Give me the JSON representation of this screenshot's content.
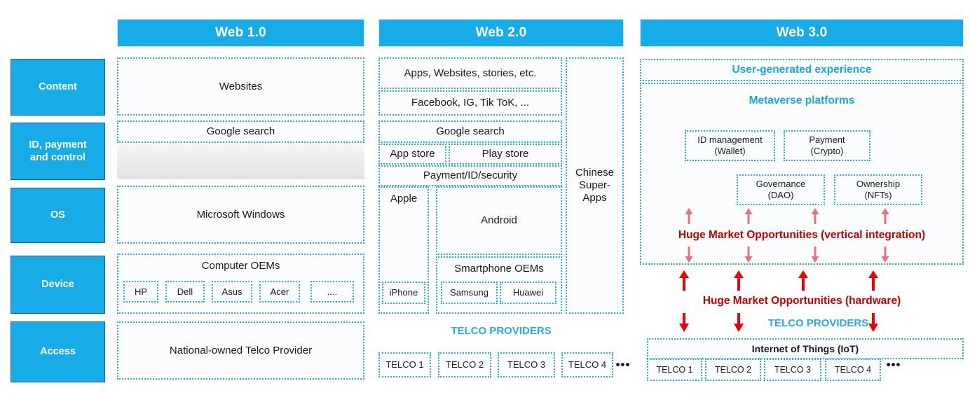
{
  "diagram": {
    "title_row_labels": [
      "Content",
      "ID, payment\nand control",
      "OS",
      "Device",
      "Access"
    ],
    "accent_blue": "#29abe2",
    "header_blue": "#17ace8",
    "red": "#c00000"
  },
  "row_labels": [
    {
      "id": "content",
      "label": "Content"
    },
    {
      "id": "id-payment",
      "line1": "ID, payment",
      "line2": "and control"
    },
    {
      "id": "os",
      "label": "OS"
    },
    {
      "id": "device",
      "label": "Device"
    },
    {
      "id": "access",
      "label": "Access"
    }
  ],
  "columns": [
    {
      "id": "web1",
      "header": "Web 1.0"
    },
    {
      "id": "web2",
      "header": "Web 2.0"
    },
    {
      "id": "web3",
      "header": "Web 3.0"
    }
  ],
  "web1": {
    "content": "Websites",
    "google_search": "Google search",
    "os": "Microsoft Windows",
    "device_title": "Computer OEMs",
    "oems": [
      "HP",
      "Dell",
      "Asus",
      "Acer",
      "...."
    ],
    "access": "National-owned Telco Provider"
  },
  "web2": {
    "content_top": "Apps, Websites, stories, etc.",
    "content_bottom": "Facebook, IG, Tik ToK, ...",
    "google_search": "Google search",
    "app_store": "App store",
    "play_store": "Play store",
    "payment": "Payment/ID/security",
    "apple": "Apple",
    "android": "Android",
    "smartphone_oems": "Smartphone OEMs",
    "iphone": "iPhone",
    "samsung": "Samsung",
    "huawei": "Huawei",
    "chinese_super_apps": "Chinese\nSuper-\nApps",
    "chinese_super_apps_lines": [
      "Chinese",
      "Super-",
      "Apps"
    ],
    "telco_heading": "TELCO PROVIDERS",
    "telcos": [
      "TELCO 1",
      "TELCO 2",
      "TELCO 3",
      "TELCO 4"
    ],
    "telco_ellipsis": "•••"
  },
  "web3": {
    "user_generated": "User-generated experience",
    "metaverse": "Metaverse platforms",
    "id_management": {
      "line1": "ID management",
      "line2": "(Wallet)"
    },
    "payment": {
      "line1": "Payment",
      "line2": "(Crypto)"
    },
    "governance": {
      "line1": "Governance",
      "line2": "(DAO)"
    },
    "ownership": {
      "line1": "Ownership",
      "line2": "(NFTs)"
    },
    "opportunity_vertical": "Huge Market Opportunities (vertical integration)",
    "opportunity_hardware": "Huge Market Opportunities (hardware)",
    "telco_heading": "TELCO PROVIDERS",
    "iot": "Internet of Things (IoT)",
    "telcos": [
      "TELCO 1",
      "TELCO 2",
      "TELCO 3",
      "TELCO 4"
    ],
    "telco_ellipsis": "•••"
  }
}
